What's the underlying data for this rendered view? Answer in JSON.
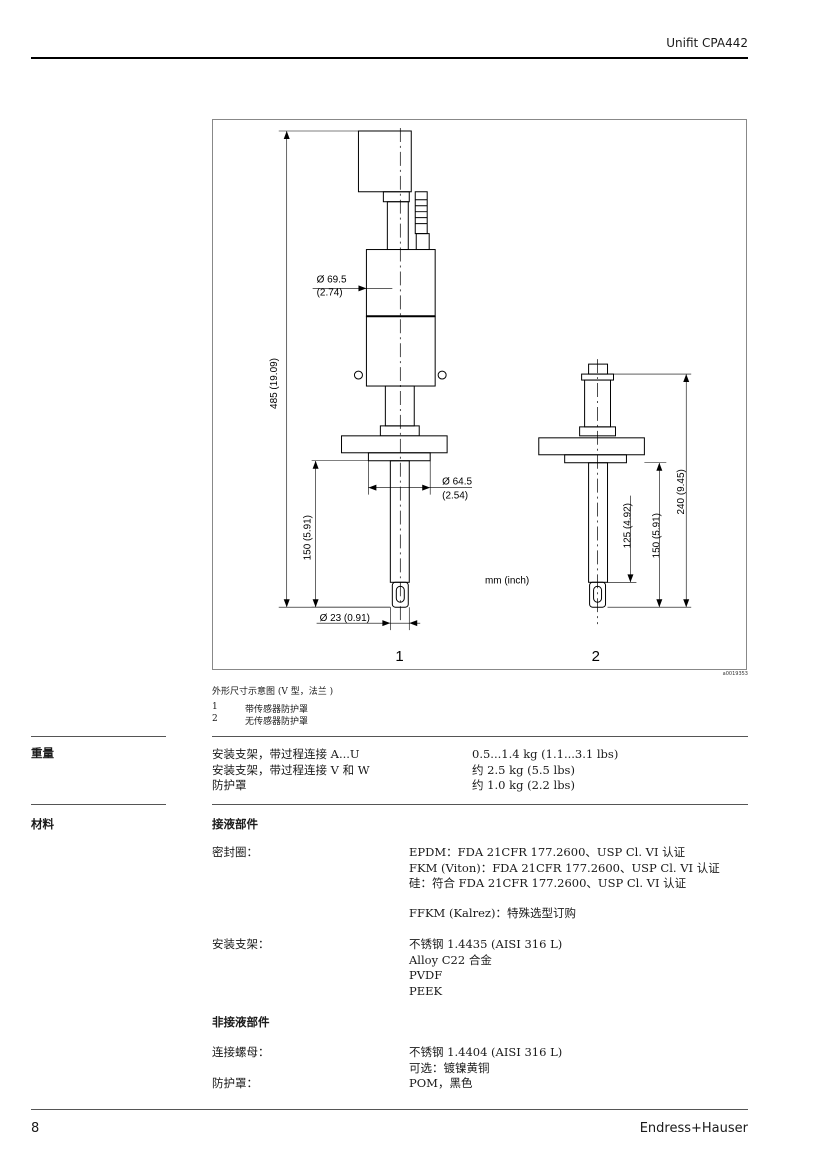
{
  "header": {
    "product": "Unifit CPA442"
  },
  "figure": {
    "labels": {
      "d_top": "Ø 69.5",
      "d_top_in": "(2.74)",
      "h_total": "485 (19.09)",
      "d_flange": "Ø 64.5",
      "d_flange_in": "(2.54)",
      "h_150_left": "150 (5.91)",
      "d_bottom": "Ø 23 (0.91)",
      "unit": "mm (inch)",
      "h_125": "125 (4.92)",
      "h_150_right": "150 (5.91)",
      "h_240": "240 (9.45)",
      "item1": "1",
      "item2": "2"
    },
    "code": "a0019353",
    "caption": "外形尺寸示意图 (V 型，法兰 )",
    "legend": [
      {
        "num": "1",
        "text": "带传感器防护罩"
      },
      {
        "num": "2",
        "text": "无传感器防护罩"
      }
    ]
  },
  "weight": {
    "label": "重量",
    "rows": [
      {
        "item": "安装支架，带过程连接 A...U",
        "value": "0.5...1.4 kg (1.1...3.1 lbs)"
      },
      {
        "item": "安装支架，带过程连接 V 和 W",
        "value": "约 2.5 kg (5.5 lbs)"
      },
      {
        "item": "防护罩",
        "value": "约 1.0 kg (2.2 lbs)"
      }
    ]
  },
  "material": {
    "label": "材料",
    "wetted_title": "接液部件",
    "seal_label": "密封圈：",
    "seal_lines": [
      "EPDM：FDA 21CFR 177.2600、USP Cl. VI 认证",
      "FKM (Viton)：FDA 21CFR 177.2600、USP Cl. VI 认证",
      "硅：符合 FDA 21CFR 177.2600、USP Cl. VI 认证"
    ],
    "seal_extra": "FFKM (Kalrez)：特殊选型订购",
    "holder_label": "安装支架：",
    "holder_lines": [
      "不锈钢 1.4435 (AISI 316 L)",
      "Alloy C22 合金",
      "PVDF",
      "PEEK"
    ],
    "nonwetted_title": "非接液部件",
    "nut_label": "连接螺母：",
    "nut_lines": [
      "不锈钢 1.4404 (AISI 316 L)",
      "可选：镀镍黄铜"
    ],
    "cover_label": "防护罩：",
    "cover_value": "POM，黑色"
  },
  "footer": {
    "page": "8",
    "brand": "Endress+Hauser"
  }
}
